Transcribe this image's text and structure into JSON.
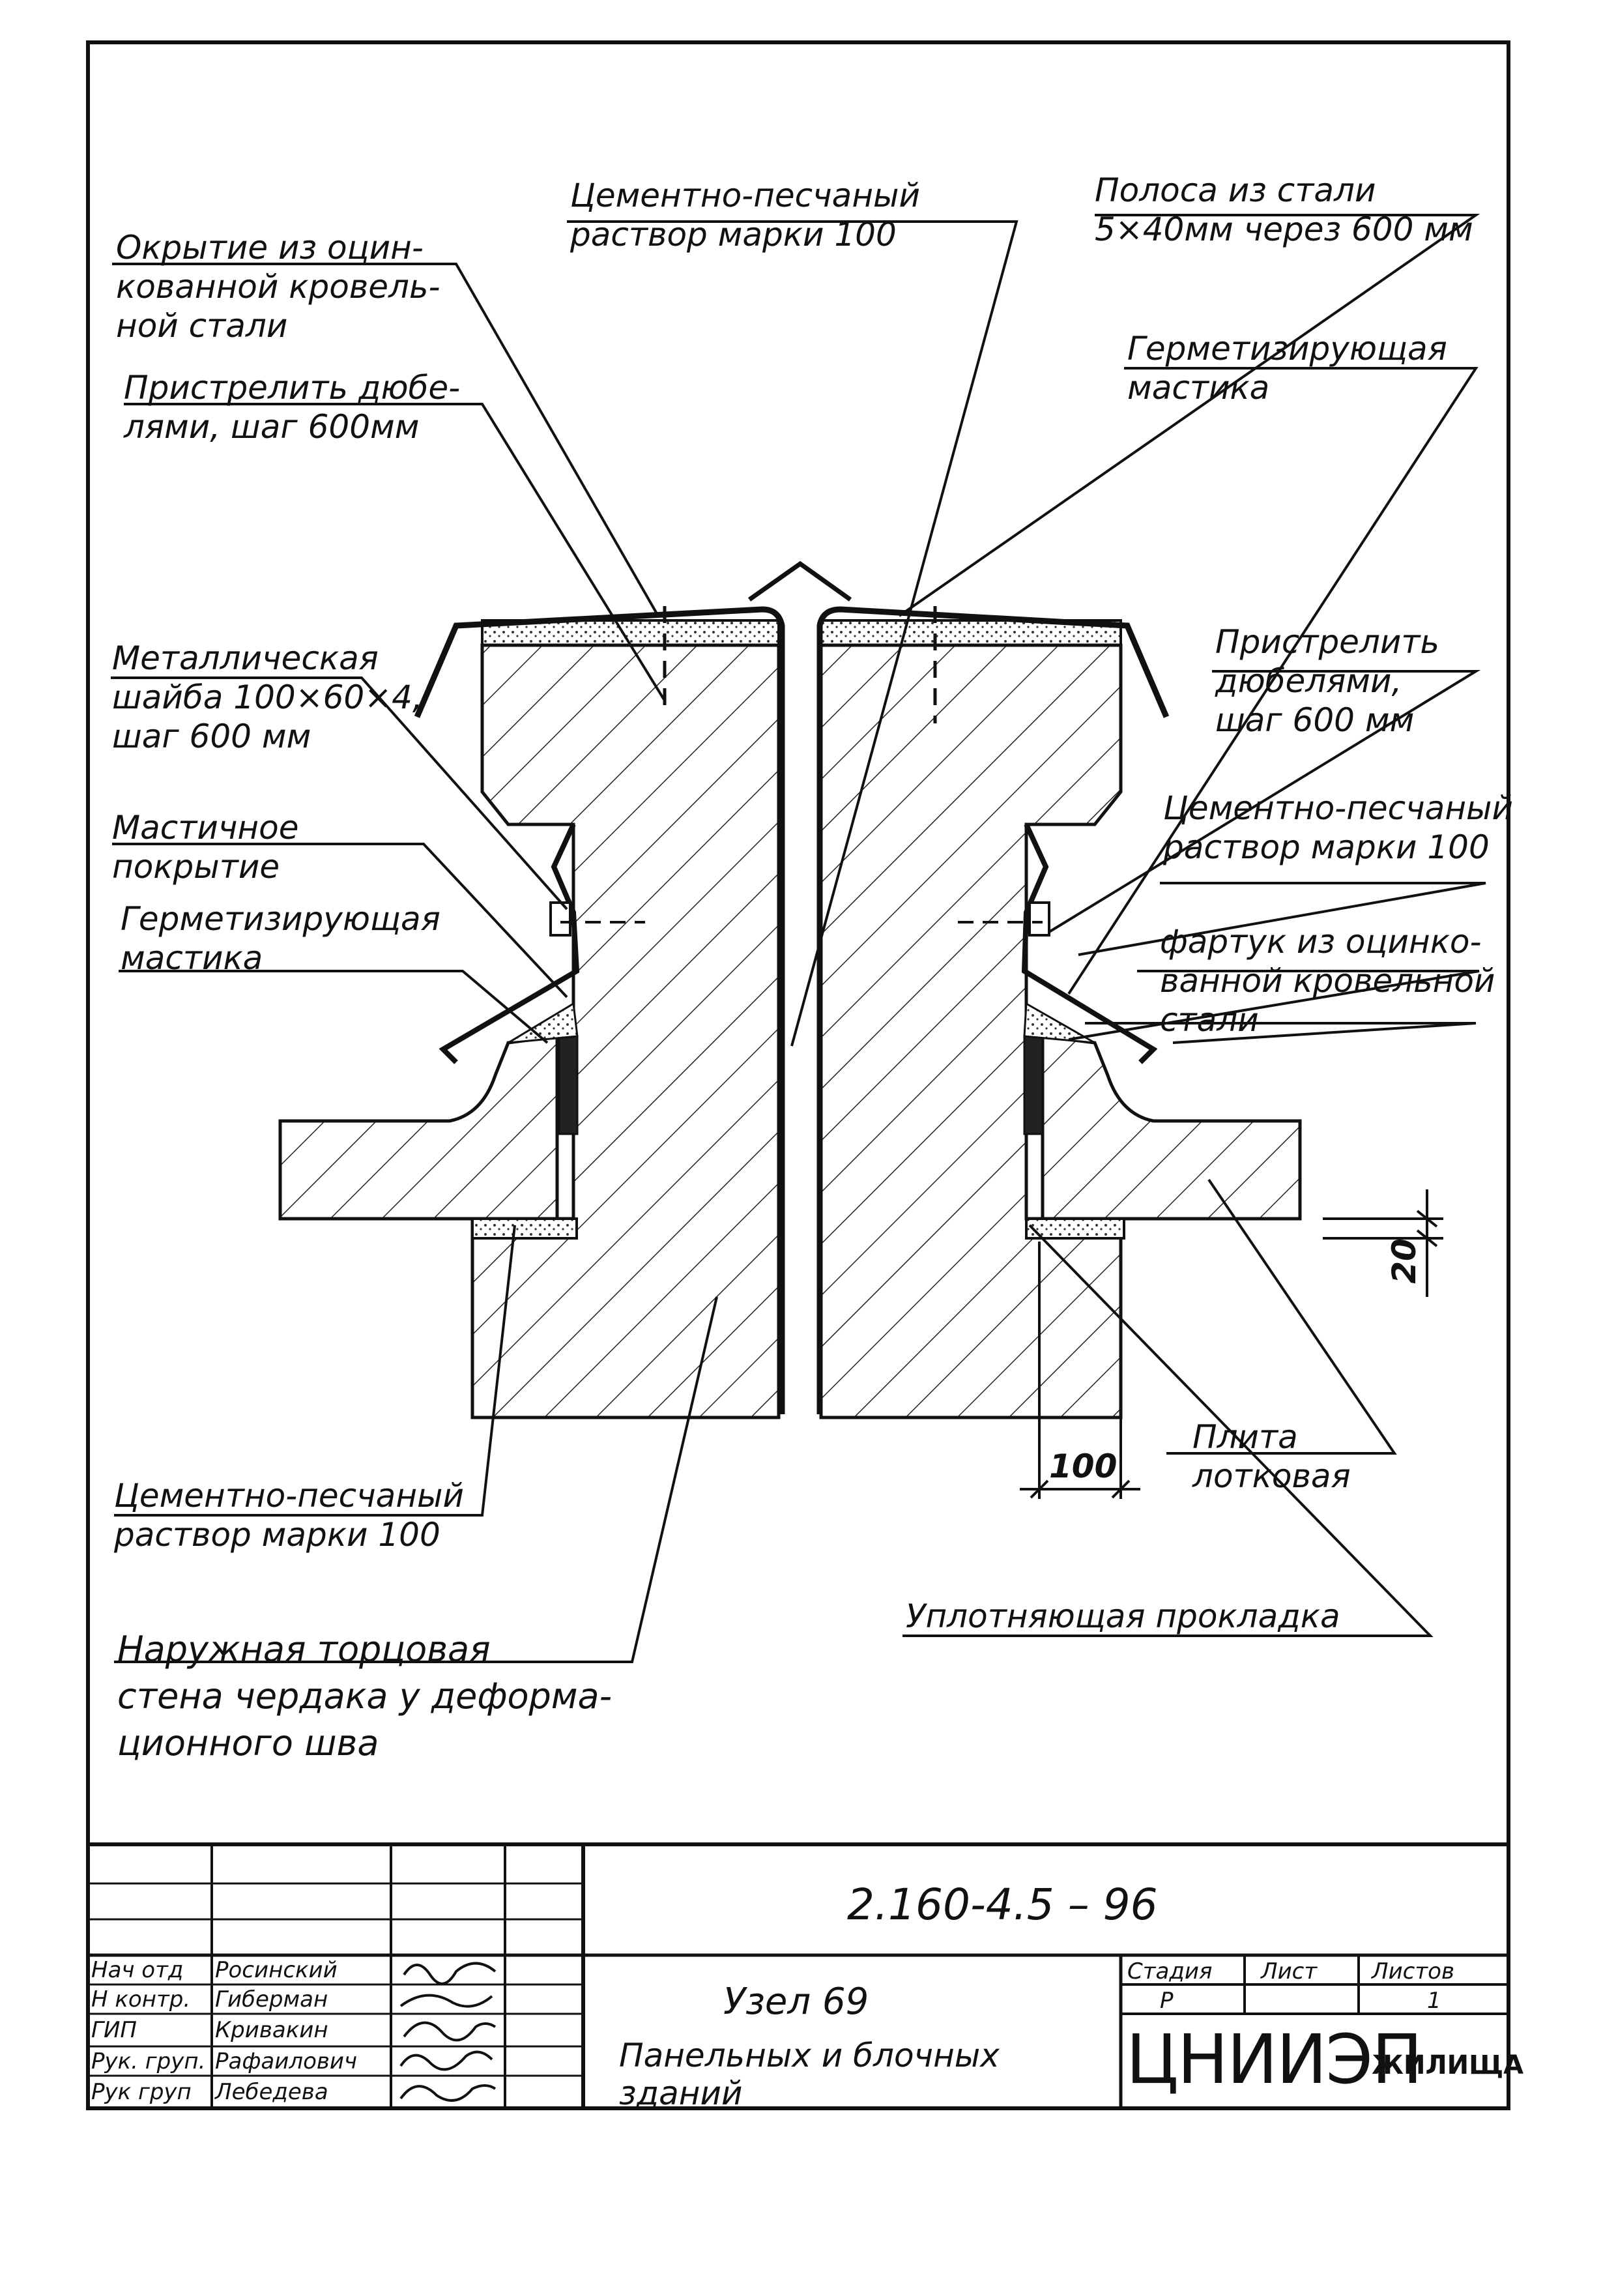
{
  "drawing": {
    "callouts": {
      "cement_mortar_top": "Цементно-песчаный\nраствор марки 100",
      "steel_strip": "Полоса из стали\n5×40мм через 600 мм",
      "covering": "Окрытие из оцин-\nкованной кровель-\nной стали",
      "dowels_left": "Пристрелить дюбе-\nлями, шаг 600мм",
      "sealing_mastic_right": "Герметизирующая\nмастика",
      "metal_washer": "Металлическая\nшайба 100×60×4,\nшаг 600 мм",
      "dowels_right": "Пристрелить\nдюбелями,\nшаг 600 мм",
      "mastic_coating": "Мастичное\nпокрытие",
      "cement_mortar_right": "Цементно-песчаный\nраствор марки 100",
      "sealing_mastic_left": "Герметизирующая\nмастика",
      "apron": "фартук из оцинко-\nванной кровельной\nстали",
      "cement_mortar_bottom": "Цементно-песчаный\nраствор марки 100",
      "tray_slab": "Плита\nлотковая",
      "gasket": "Уплотняющая прокладка",
      "end_wall": "Наружная торцовая\nстена чердака у деформа-\nционного шва"
    },
    "dimensions": {
      "dim_20": "20",
      "dim_100": "100"
    }
  },
  "title_block": {
    "document_code": "2.160-4.5 – 96",
    "signatures": [
      {
        "role": "Нач отд",
        "name": "Росинский"
      },
      {
        "role": "Н контр.",
        "name": "Гиберман"
      },
      {
        "role": "ГИП",
        "name": "Кривакин"
      },
      {
        "role": "Рук. груп.",
        "name": "Рафаилович"
      },
      {
        "role": "Рук груп",
        "name": "Лебедева"
      }
    ],
    "title_line1": "Узел 69",
    "title_line2": "Панельных и блочных\nзданий",
    "stage_header": "Стадия",
    "sheet_header": "Лист",
    "sheets_header": "Листов",
    "stage_value": "Р",
    "sheet_value": "",
    "sheets_value": "1",
    "org_logo": "ЦНИИЭП",
    "org_suffix": "ЖИЛИЩА"
  }
}
